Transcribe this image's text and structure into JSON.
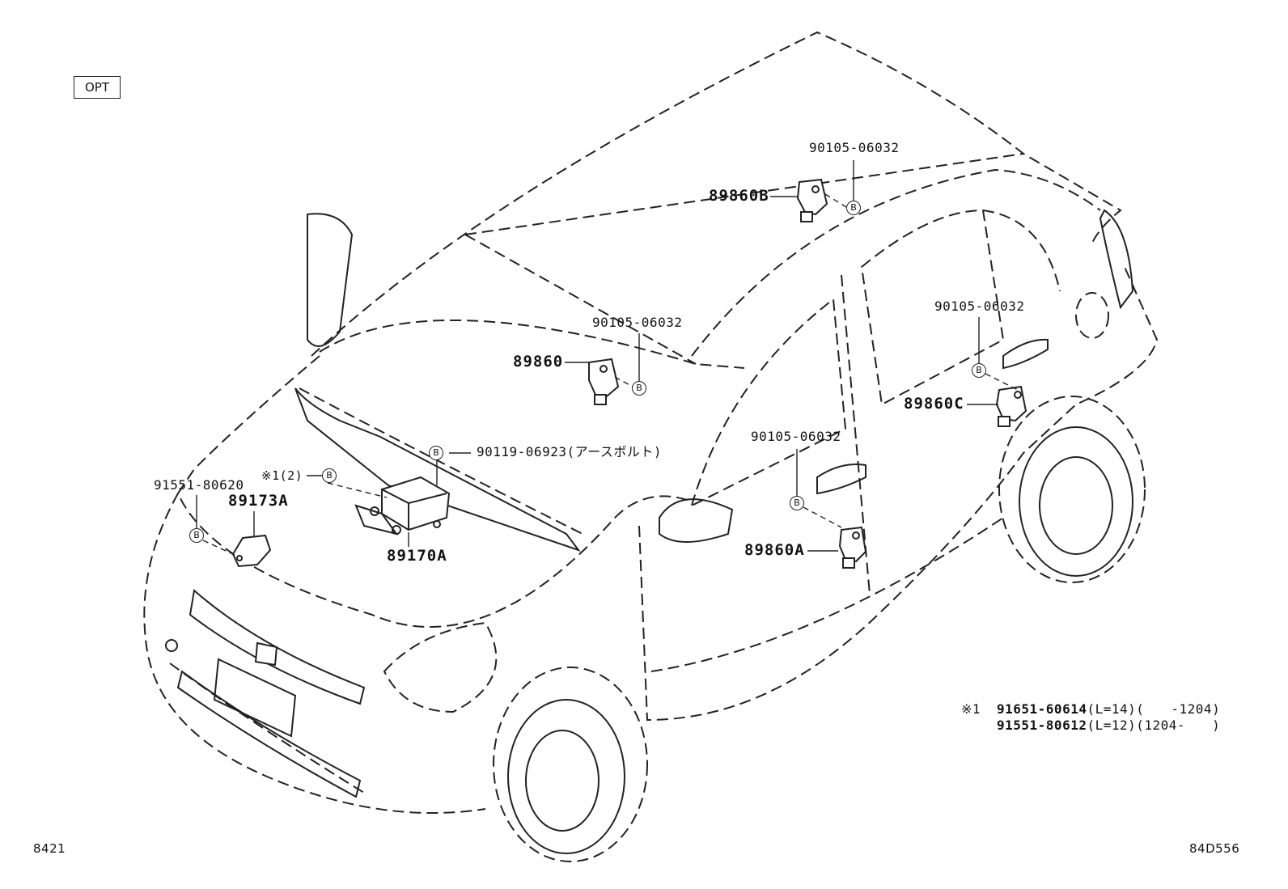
{
  "opt_label": "OPT",
  "bolt_symbol": "B",
  "labels": {
    "bolt_top": "90105-06032",
    "sensor_b": "89860B",
    "bolt_mid": "90105-06032",
    "sensor_main": "89860",
    "bolt_right": "90105-06032",
    "sensor_c": "89860C",
    "earth_bolt": "90119-06923(アースボルト)",
    "note_ref": "※1(2)",
    "bolt_left": "91551-80620",
    "sensor_front": "89173A",
    "ecu": "89170A",
    "bolt_door": "90105-06032",
    "sensor_a": "89860A"
  },
  "footnote": {
    "mark": "※1",
    "line1_part": "91651-60614",
    "line1_rest": "(L=14)(　　-1204)",
    "line2_part": "91551-80612",
    "line2_rest": "(L=12)(1204-　　)"
  },
  "corner_left": "8421",
  "corner_right": "84D556"
}
